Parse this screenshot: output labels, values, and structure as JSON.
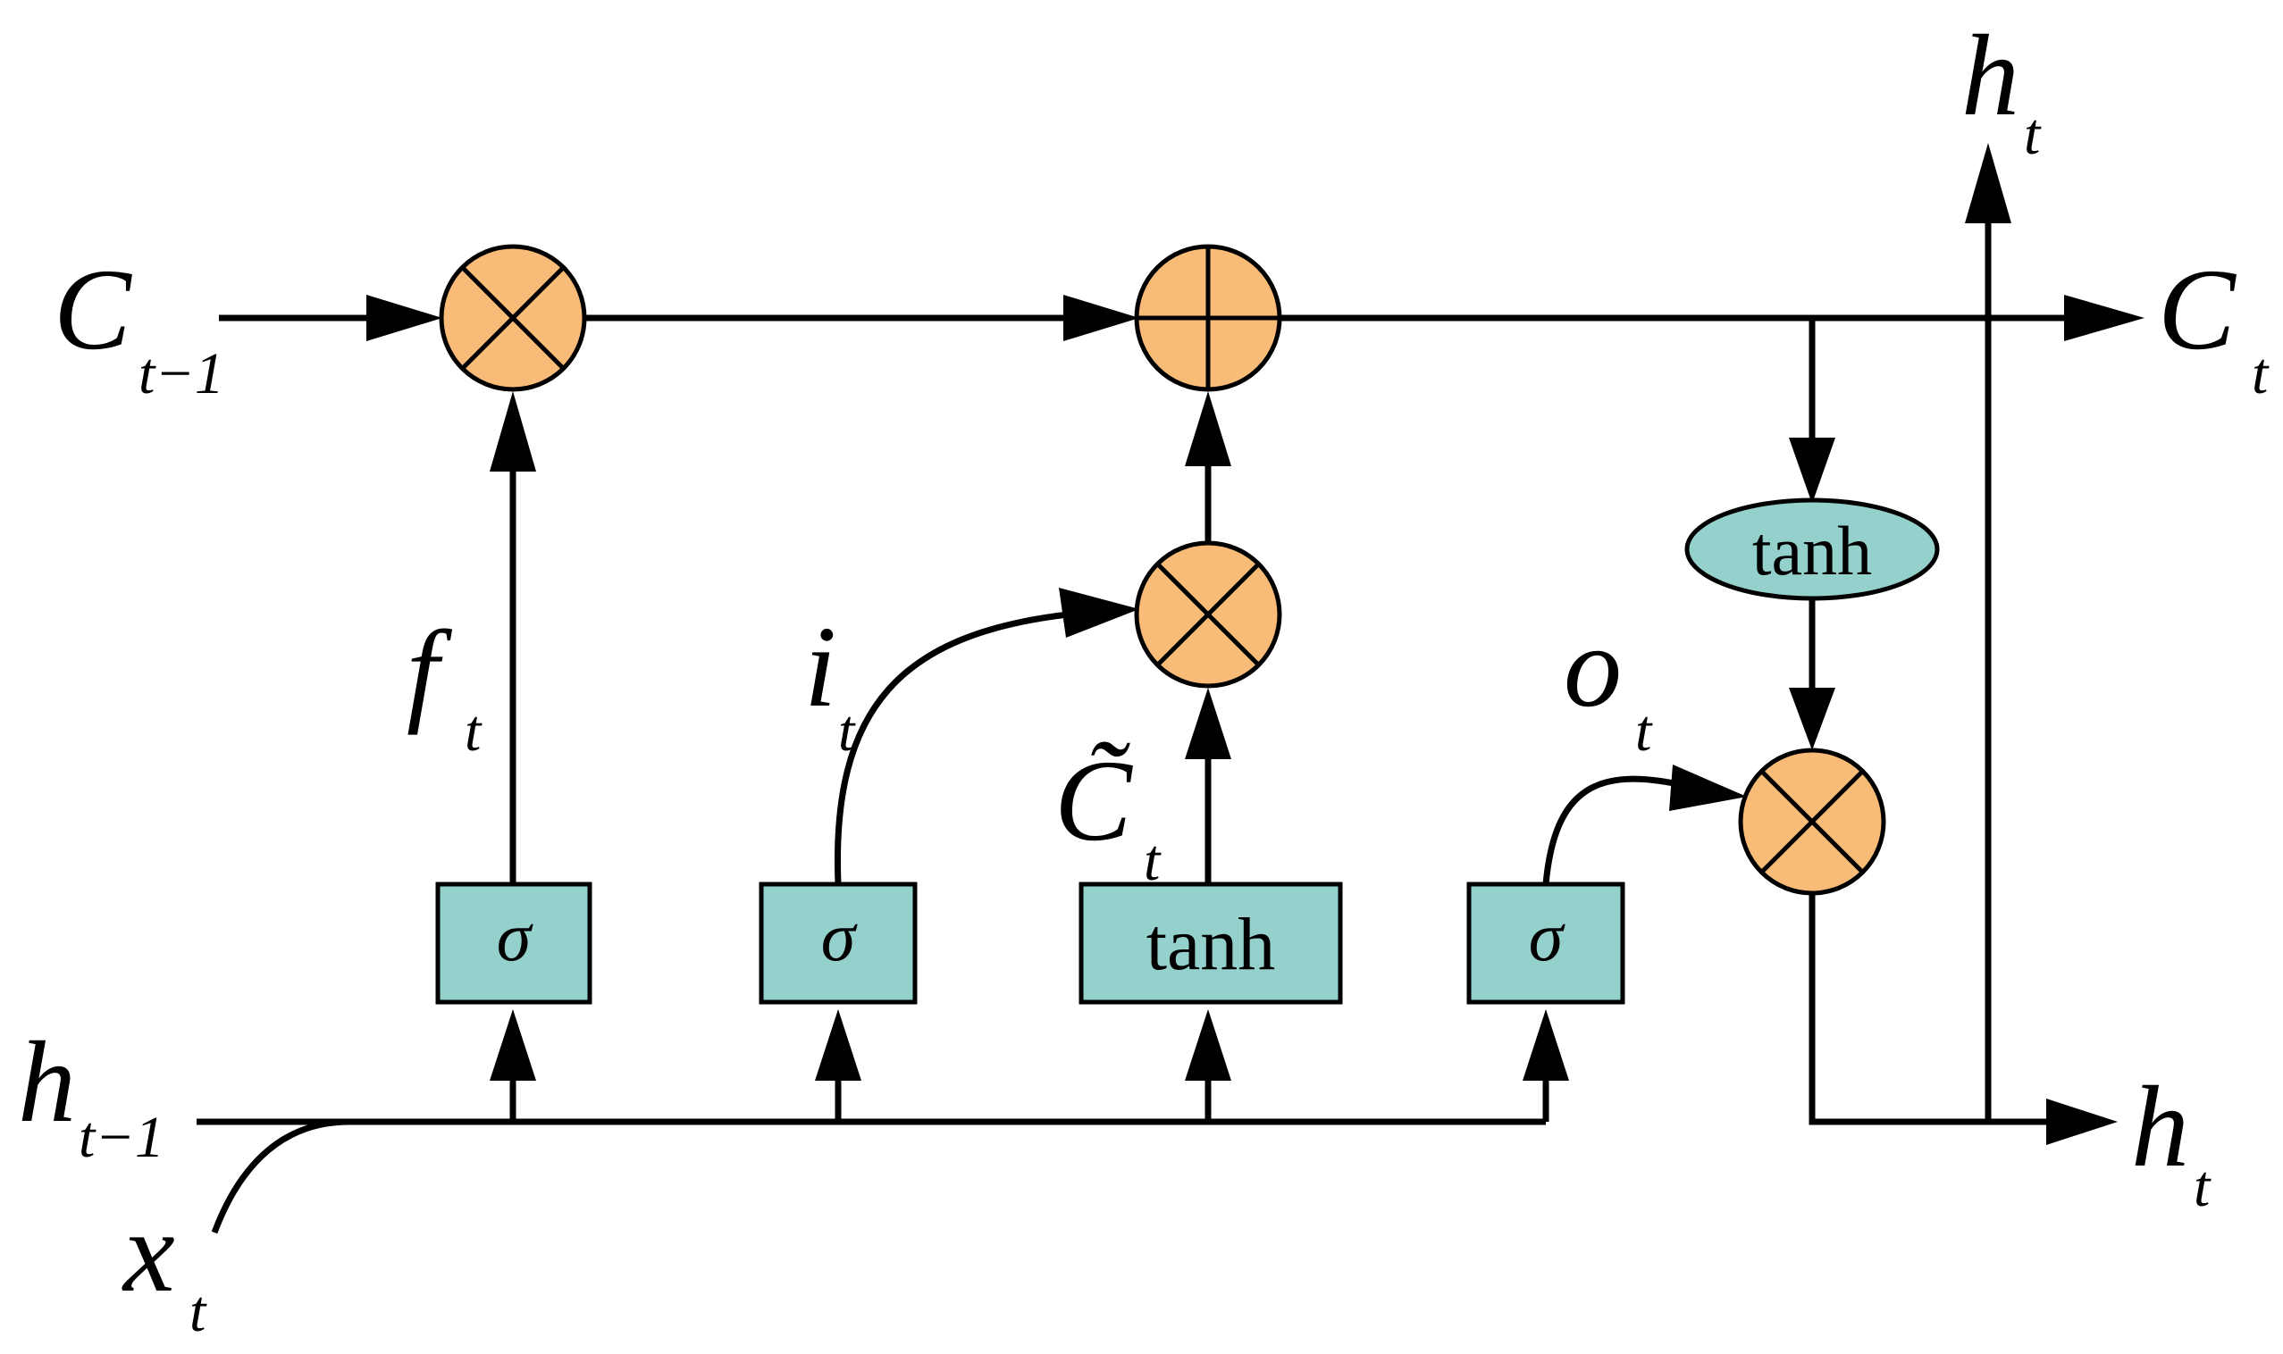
{
  "colors": {
    "operator_fill": "#F8BB78",
    "gate_fill": "#95D1CC",
    "line": "#000000",
    "background": "#FFFFFF"
  },
  "labels": {
    "c_prev": {
      "main": "C",
      "sub": "t−1"
    },
    "c_next": {
      "main": "C",
      "sub": "t"
    },
    "h_prev": {
      "main": "h",
      "sub": "t−1"
    },
    "h_out_top": {
      "main": "h",
      "sub": "t"
    },
    "h_out_right": {
      "main": "h",
      "sub": "t"
    },
    "x_input": {
      "main": "x",
      "sub": "t"
    },
    "forget": {
      "main": "f",
      "sub": "t"
    },
    "input": {
      "main": "i",
      "sub": "t"
    },
    "candidate": {
      "main": "C̃",
      "sub": "t"
    },
    "output": {
      "main": "o",
      "sub": "t"
    }
  },
  "gates": {
    "forget_gate": "σ",
    "input_gate": "σ",
    "candidate_gate": "tanh",
    "output_gate": "σ",
    "cell_activation": "tanh"
  },
  "operators": {
    "forget_multiply": "multiply-icon",
    "cell_add": "add-icon",
    "input_multiply": "multiply-icon",
    "output_multiply": "multiply-icon"
  }
}
